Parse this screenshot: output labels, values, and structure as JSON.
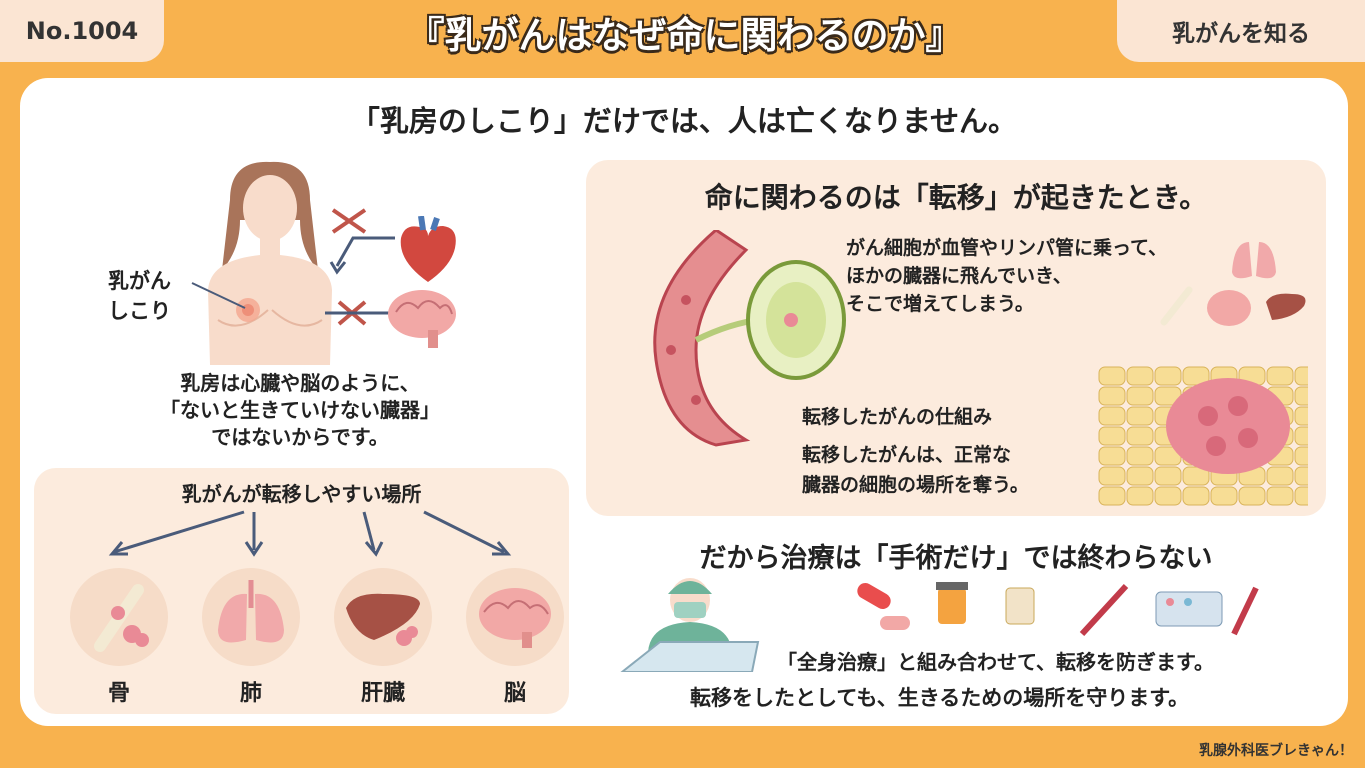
{
  "number_tag": "No.1004",
  "category_tag": "乳がんを知る",
  "title": "『乳がんはなぜ命に関わるのか』",
  "headline": "「乳房のしこり」だけでは、人は亡くなりません。",
  "left": {
    "lump_label_line1": "乳がん",
    "lump_label_line2": "しこり",
    "explanation": [
      "乳房は心臓や脳のように、",
      "「ないと生きていけない臓器」",
      "ではないからです。"
    ],
    "metastasis_box_title": "乳がんが転移しやすい場所",
    "sites": [
      "骨",
      "肺",
      "肝臓",
      "脳"
    ]
  },
  "right": {
    "heading": "命に関わるのは「転移」が起きたとき。",
    "spread_text": [
      "がん細胞が血管やリンパ管に乗って、",
      "ほかの臓器に飛んでいき、",
      "そこで増えてしまう。"
    ],
    "mechanism_title": "転移したがんの仕組み",
    "mechanism_text": [
      "転移したがんは、正常な",
      "臓器の細胞の場所を奪う。"
    ],
    "treatment_heading": "だから治療は「手術だけ」では終わらない",
    "treatment_text": [
      "「全身治療」と組み合わせて、転移を防ぎます。",
      "転移をしたとしても、生きるための場所を守ります。"
    ]
  },
  "footer": "乳腺外科医ブレきゃん！",
  "colors": {
    "background": "#f8b24e",
    "panel": "#ffffff",
    "peach": "#fcebdd",
    "arrow": "#4a5b7a",
    "cross": "#c0554a"
  }
}
